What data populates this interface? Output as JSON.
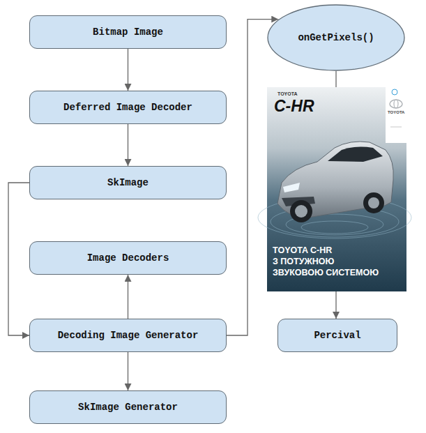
{
  "diagram": {
    "nodes": [
      {
        "text": [
          "Bitmap Image"
        ]
      },
      {
        "text": [
          "Deferred Image Decoder"
        ]
      },
      {
        "text": [
          "SkImage"
        ]
      },
      {
        "text": [
          "Image Decoders"
        ]
      },
      {
        "text": [
          "Decoding Image Generator"
        ]
      },
      {
        "text": [
          "SkImage Generator"
        ]
      },
      {
        "text": [
          "onGetPixels()"
        ]
      },
      {
        "text": [
          "Percival"
        ]
      }
    ],
    "edges": [
      {
        "from": 0,
        "to": 1,
        "arrow": "to"
      },
      {
        "from": 1,
        "to": 2,
        "arrow": "to"
      },
      {
        "from": 2,
        "to": 4,
        "arrow": "to"
      },
      {
        "from": 4,
        "to": 3,
        "arrow": "to"
      },
      {
        "from": 4,
        "to": 5,
        "arrow": "to"
      },
      {
        "from": 4,
        "to": 6,
        "arrow": "to"
      },
      {
        "from": 6,
        "to": 7,
        "arrow": "to"
      }
    ],
    "labels": [
      "TOYOTA",
      "C-HR",
      "TOYOTA C-HR",
      "З ПОТУЖНОЮ",
      "ЗВУКОВОЮ СИСТЕМОЮ",
      "TOYOTA"
    ]
  }
}
